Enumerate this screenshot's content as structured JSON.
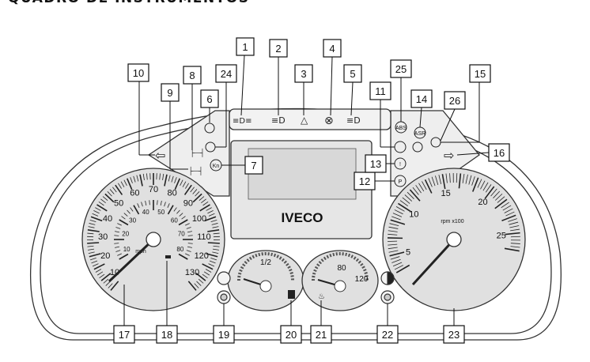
{
  "title": "QUADRO DE INSTRUMENTOS",
  "brand": "IVECO",
  "speedometer": {
    "outer_labels": [
      "10",
      "20",
      "30",
      "40",
      "50",
      "60",
      "70",
      "80",
      "90",
      "100",
      "110",
      "120",
      "130"
    ],
    "inner_labels": [
      "10",
      "20",
      "30",
      "40",
      "50",
      "60",
      "70",
      "80"
    ],
    "inner_unit": "mph"
  },
  "tachometer": {
    "labels": [
      "5",
      "10",
      "15",
      "20",
      "25"
    ],
    "unit": "rpm x100"
  },
  "fuel_gauge": {
    "mid_label": "1/2"
  },
  "temp_gauge": {
    "labels": [
      "80",
      "120"
    ]
  },
  "callouts": [
    "1",
    "2",
    "3",
    "4",
    "5",
    "6",
    "7",
    "8",
    "9",
    "10",
    "11",
    "12",
    "13",
    "14",
    "15",
    "16",
    "17",
    "18",
    "19",
    "20",
    "21",
    "22",
    "23",
    "24",
    "25",
    "26"
  ],
  "indicator_labels": {
    "kn": "Kn",
    "abs": "ABS",
    "asr": "ASR",
    "p": "P",
    "warn": "!",
    "circ": "(!)"
  }
}
